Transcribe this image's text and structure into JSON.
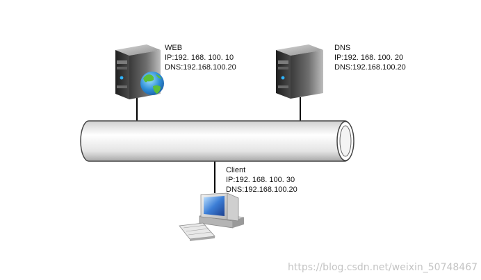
{
  "nodes": {
    "web": {
      "name": "WEB",
      "ip_label": "IP:",
      "ip": "192. 168. 100. 10",
      "dns_label": "DNS:",
      "dns": "192.168.100.20",
      "icons": [
        "server-tower-icon",
        "globe-icon"
      ]
    },
    "dns": {
      "name": "DNS",
      "ip_label": "IP:",
      "ip": "192. 168. 100. 20",
      "dns_label": "DNS:",
      "dns": "192.168.100.20",
      "icons": [
        "server-tower-icon"
      ]
    },
    "client": {
      "name": "Client",
      "ip_label": "IP:",
      "ip": "192. 168. 100. 30",
      "dns_label": "DNS:",
      "dns": "192.168.100.20",
      "icons": [
        "desktop-computer-icon",
        "keyboard-icon"
      ]
    }
  },
  "network": {
    "icon": "network-pipe-icon"
  },
  "watermark": "https://blog.csdn.net/weixin_50748467",
  "colors": {
    "server_dark": "#2b2b2b",
    "server_light": "#9a9a9a",
    "pipe_light": "#ffffff",
    "pipe_dark": "#b8b8b8",
    "link": "#000000",
    "globe_water": "#2f8fd8",
    "globe_land": "#5cbf3a",
    "monitor_screen": "#3c7ed6"
  }
}
